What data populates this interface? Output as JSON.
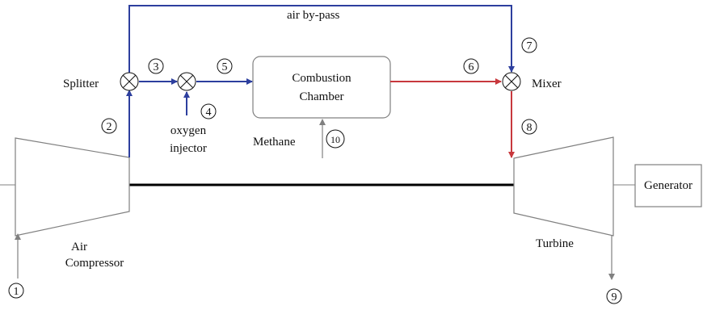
{
  "components": {
    "splitter": "Splitter",
    "mixer": "Mixer",
    "combustion_line1": "Combustion",
    "combustion_line2": "Chamber",
    "oxygen_injector_line1": "oxygen",
    "oxygen_injector_line2": "injector",
    "methane": "Methane",
    "air_compressor_line1": "Air",
    "air_compressor_line2": "Compressor",
    "turbine": "Turbine",
    "generator": "Generator",
    "bypass": "air by-pass"
  },
  "streams": {
    "s1": "1",
    "s2": "2",
    "s3": "3",
    "s4": "4",
    "s5": "5",
    "s6": "6",
    "s7": "7",
    "s8": "8",
    "s9": "9",
    "s10": "10"
  },
  "colors": {
    "air_line": "#2d3f9e",
    "hot_gas_line": "#c8383d",
    "outline": "#808080"
  }
}
